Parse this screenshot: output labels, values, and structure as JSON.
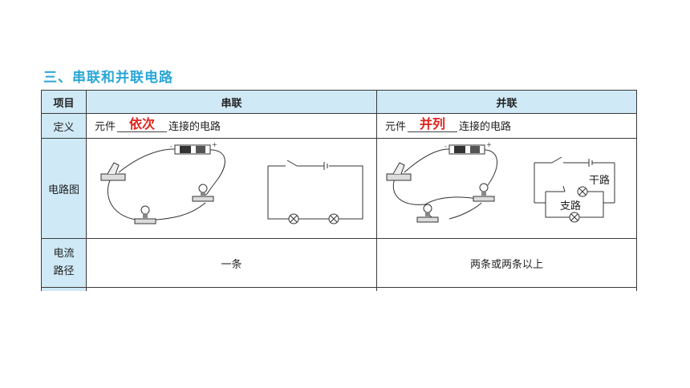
{
  "section_title": "三、串联和并联电路",
  "table": {
    "headers": [
      "项目",
      "串联",
      "并联"
    ],
    "rows": {
      "definition": {
        "label": "定义",
        "series": {
          "prefix": "元件",
          "answer": "依次",
          "suffix": "连接的电路"
        },
        "parallel": {
          "prefix": "元件",
          "answer": "并列",
          "suffix": "连接的电路"
        }
      },
      "diagram": {
        "label": "电路图",
        "parallel_labels": {
          "main": "干路",
          "branch": "支路"
        }
      },
      "current_path": {
        "label_line1": "电流",
        "label_line2": "路径",
        "series": "一条",
        "parallel": "两条或两条以上"
      }
    }
  }
}
